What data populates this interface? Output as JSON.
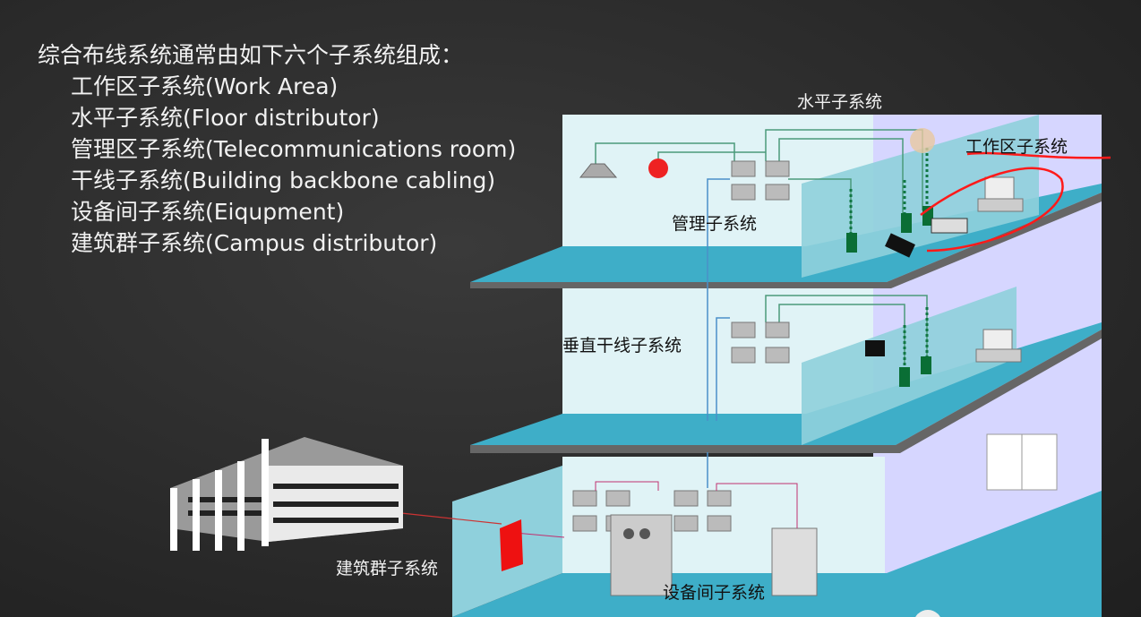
{
  "intro": {
    "heading": "综合布线系统通常由如下六个子系统组成：",
    "items": [
      "工作区子系统(Work Area)",
      "水平子系统(Floor distributor)",
      "管理区子系统(Telecommunications room)",
      "干线子系统(Building backbone cabling)",
      "设备间子系统(Eiqupment)",
      "建筑群子系统(Campus distributor)"
    ]
  },
  "diagram": {
    "labels": {
      "horizontal": "水平子系统",
      "work_area": "工作区子系统",
      "management": "管理子系统",
      "backbone": "垂直干线子系统",
      "campus": "建筑群子系统",
      "equipment": "设备间子系统"
    },
    "colors": {
      "wall": "#e0f3f6",
      "floor": "#3eaec8",
      "partition": "#8fd0dc",
      "side": "#d6d6ff",
      "annotation": "#ff1a1a"
    }
  }
}
